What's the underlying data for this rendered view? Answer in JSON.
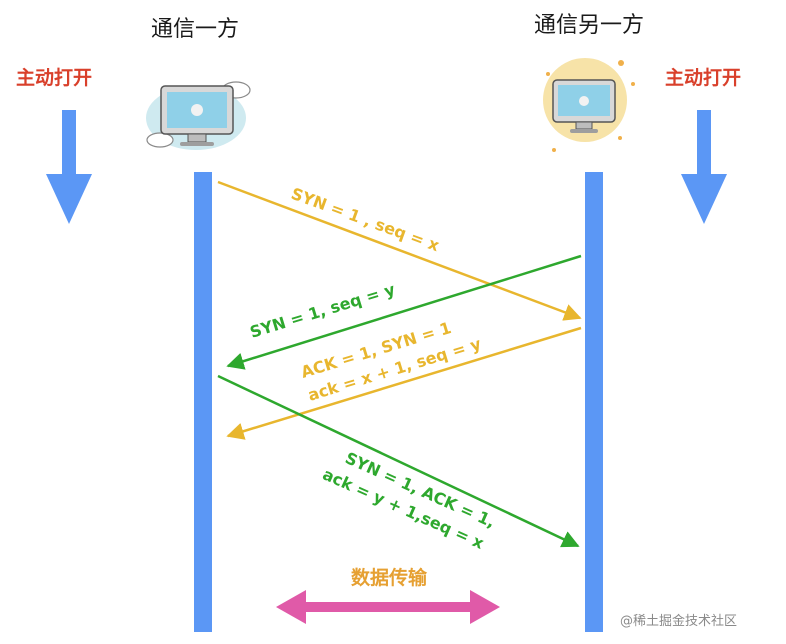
{
  "parties": {
    "left": {
      "title": "通信一方",
      "action": "主动打开",
      "icon": "desktop-computer-with-clouds-icon"
    },
    "right": {
      "title": "通信另一方",
      "action": "主动打开",
      "icon": "desktop-computer-on-sun-icon"
    }
  },
  "messages": [
    {
      "lines": [
        "SYN = 1 , seq = x"
      ],
      "color": "#e8b62e"
    },
    {
      "lines": [
        "SYN = 1, seq = y"
      ],
      "color": "#2ea82e"
    },
    {
      "lines": [
        "ACK = 1, SYN = 1",
        "ack = x + 1, seq = y"
      ],
      "color": "#e8b62e"
    },
    {
      "lines": [
        "SYN = 1, ACK = 1,",
        "ack = y + 1,seq = x"
      ],
      "color": "#2ea82e"
    }
  ],
  "data_transfer": {
    "label": "数据传输",
    "color": "#e05aa8",
    "label_color": "#e6a032"
  },
  "colors": {
    "timeline": "#5b97f5",
    "action_arrow": "#5b97f5",
    "action_text": "#d9402b"
  },
  "watermark": "@稀土掘金技术社区"
}
